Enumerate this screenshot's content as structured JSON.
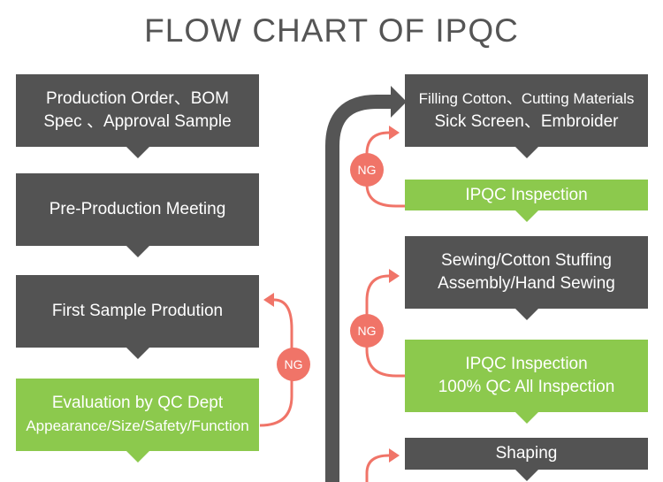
{
  "title": "FLOW CHART OF IPQC",
  "left": [
    {
      "lines": [
        "Production Order、BOM",
        "Spec 、Approval Sample"
      ]
    },
    {
      "lines": [
        "Pre-Production Meeting"
      ]
    },
    {
      "lines": [
        "First Sample Prodution"
      ]
    },
    {
      "lines": [
        "Evaluation by QC Dept",
        "Appearance/Size/Safety/Function"
      ]
    }
  ],
  "right": [
    {
      "lines": [
        "Filling Cotton、Cutting Materials",
        "Sick Screen、Embroider"
      ]
    },
    {
      "lines": [
        "IPQC Inspection"
      ]
    },
    {
      "lines": [
        "Sewing/Cotton Stuffing",
        "Assembly/Hand Sewing"
      ]
    },
    {
      "lines": [
        "IPQC Inspection",
        "100% QC All Inspection"
      ]
    },
    {
      "lines": [
        "Shaping"
      ]
    }
  ],
  "ng_label": "NG",
  "colors": {
    "dark_box": "#535353",
    "green_box": "#8cc94d",
    "ng_accent": "#f07468",
    "connector": "#555555",
    "title": "#555555"
  }
}
